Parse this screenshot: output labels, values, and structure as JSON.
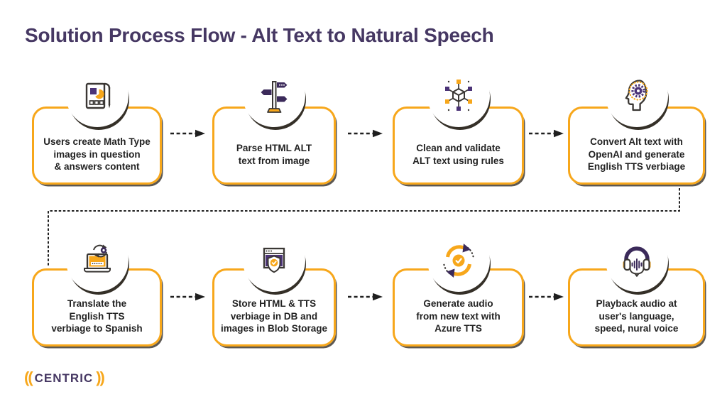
{
  "title": "Solution Process Flow - Alt Text to Natural Speech",
  "logo": {
    "prefix": "((",
    "name": "CENTRIC",
    "suffix": "))"
  },
  "colors": {
    "accent_yellow": "#F7A71B",
    "brand_purple": "#463863",
    "icon_purple_mid": "#4B3377",
    "icon_purple_dark": "#3B2A5A",
    "outline_charcoal": "#3A3734",
    "text_dark": "#222222",
    "background": "#FFFFFF"
  },
  "steps": [
    {
      "id": 1,
      "icon": "math-type-document-icon",
      "lines": [
        "Users create Math Type",
        "images in question",
        "& answers content"
      ]
    },
    {
      "id": 2,
      "icon": "signpost-icon",
      "lines": [
        "Parse HTML ALT",
        "text from image"
      ]
    },
    {
      "id": 3,
      "icon": "network-cube-icon",
      "lines": [
        "Clean and validate",
        "ALT text using rules"
      ]
    },
    {
      "id": 4,
      "icon": "ai-head-gear-icon",
      "lines": [
        "Convert Alt text with",
        "OpenAI and generate",
        "English TTS verbiage"
      ]
    },
    {
      "id": 5,
      "icon": "translate-laptop-icon",
      "lines": [
        "Translate the",
        "English TTS",
        "verbiage to Spanish"
      ]
    },
    {
      "id": 6,
      "icon": "secure-storage-browser-icon",
      "lines": [
        "Store HTML & TTS",
        "verbiage in DB and",
        "images in Blob Storage"
      ]
    },
    {
      "id": 7,
      "icon": "audio-sync-icon",
      "lines": [
        "Generate audio",
        "from new text with",
        "Azure TTS"
      ]
    },
    {
      "id": 8,
      "icon": "headphones-playback-icon",
      "lines": [
        "Playback audio at",
        "user's language,",
        "speed, nural voice"
      ]
    }
  ]
}
